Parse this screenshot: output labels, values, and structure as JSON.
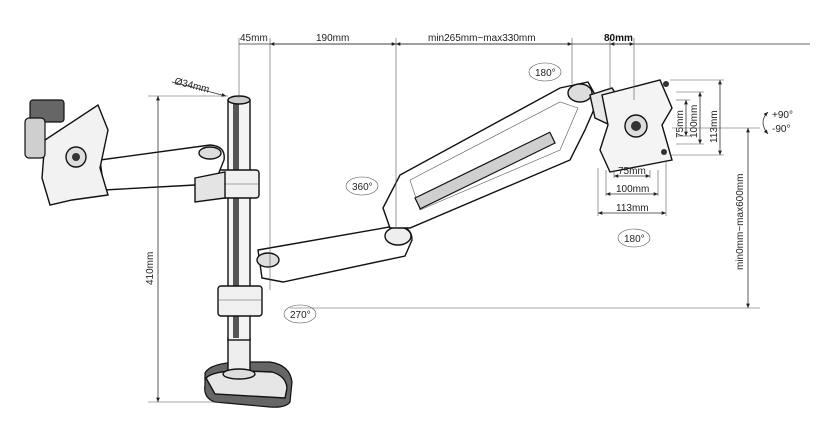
{
  "dimensions": {
    "diameter": "Ø34mm",
    "offset_45": "45mm",
    "arm_190": "190mm",
    "arm_range": "min265mm~max330mm",
    "offset_80": "80mm",
    "height_410": "410mm",
    "height_range": "min0mm~max600mm",
    "vesa_75_h": "75mm",
    "vesa_100_h": "100mm",
    "vesa_113_h": "113mm",
    "vesa_75_w": "75mm",
    "vesa_100_w": "100mm",
    "vesa_113_w": "113mm"
  },
  "rotations": {
    "rot_180_top": "180°",
    "rot_180_bottom": "180°",
    "rot_360": "360°",
    "rot_270": "270°",
    "tilt_plus": "+90°",
    "tilt_minus": "-90°"
  }
}
